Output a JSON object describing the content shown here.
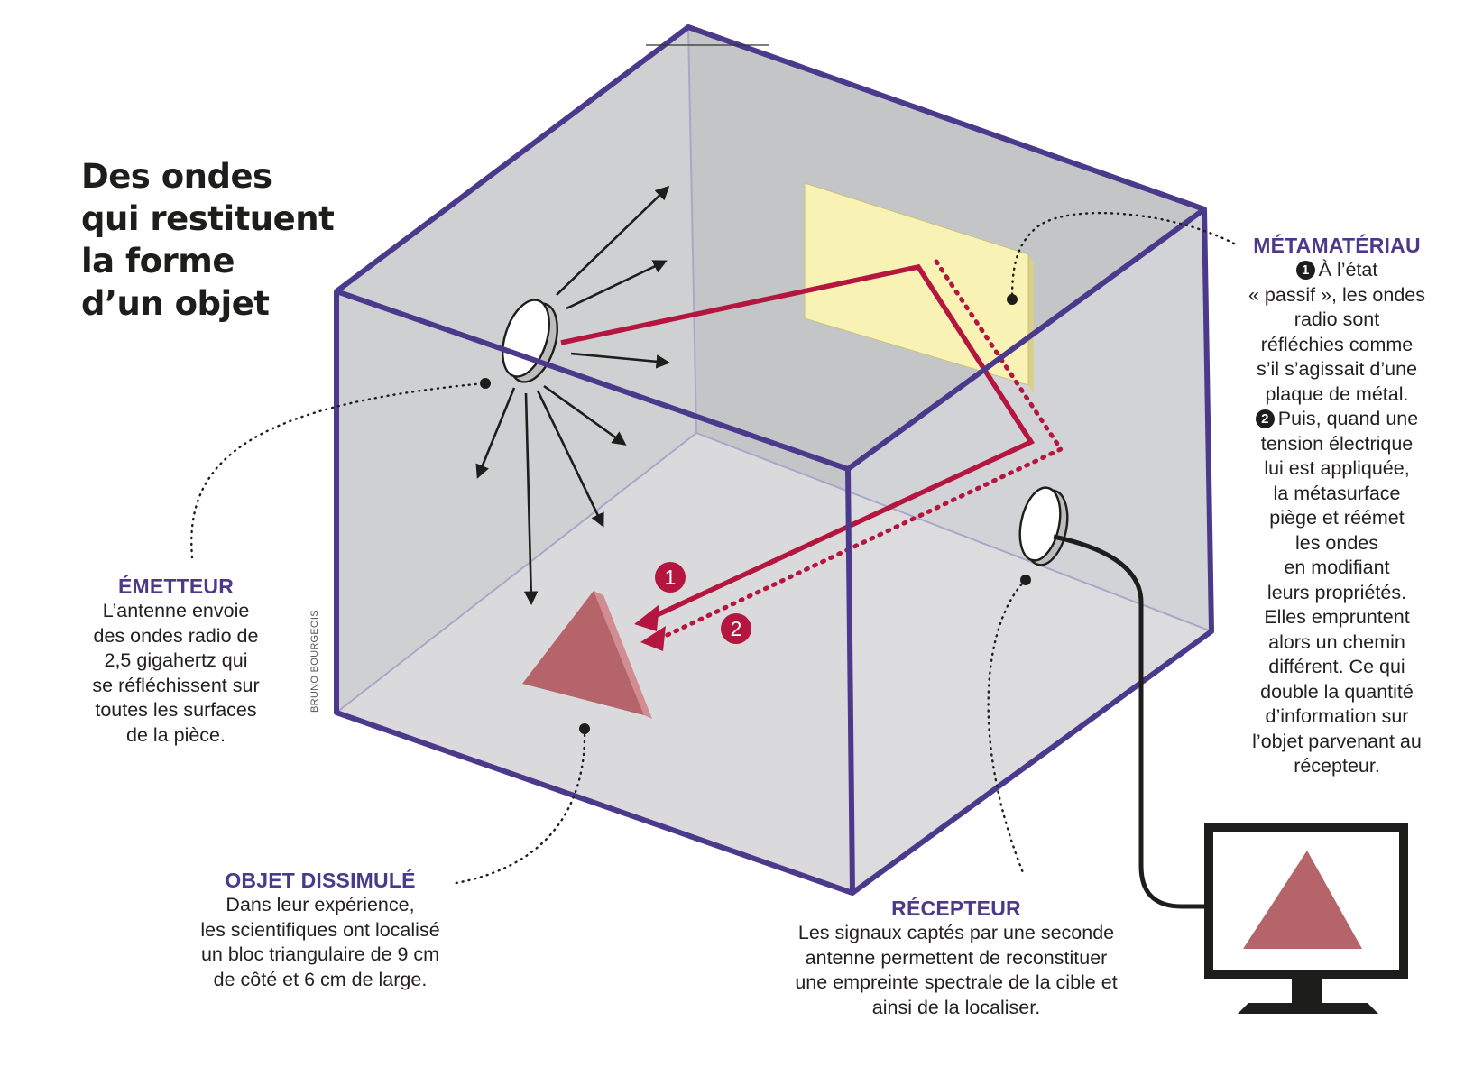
{
  "title": {
    "lines": [
      "Des ondes",
      "qui restituent",
      "la forme",
      "d’un objet"
    ]
  },
  "credit": "BRUNO BOURGEOIS",
  "labels": {
    "emetteur": {
      "heading": "ÉMETTEUR",
      "lines": [
        "L’antenne envoie",
        "des ondes radio de",
        "2,5 gigahertz qui",
        "se réfléchissent sur",
        "toutes les surfaces",
        "de la pièce."
      ]
    },
    "metamateriau": {
      "heading": "MÉTAMATÉRIAU",
      "marker1": "1",
      "marker2": "2",
      "lines": [
        "À l’état",
        "« passif », les ondes",
        "radio sont",
        "réfléchies comme",
        "s’il s’agissait d’une",
        "plaque de métal.",
        "Puis, quand une",
        "tension électrique",
        "lui est appliquée,",
        "la métasurface",
        "piège et réémet",
        "les ondes",
        "en modifiant",
        "leurs propriétés.",
        "Elles empruntent",
        "alors un chemin",
        "différent. Ce qui",
        "double la quantité",
        "d’information sur",
        "l’objet parvenant au",
        "récepteur."
      ]
    },
    "objet": {
      "heading": "OBJET DISSIMULÉ",
      "lines": [
        "Dans leur expérience,",
        "les scientifiques ont localisé",
        "un bloc triangulaire de 9 cm",
        "de côté et 6 cm de large."
      ]
    },
    "recepteur": {
      "heading": "RÉCEPTEUR",
      "lines": [
        "Les signaux captés par une seconde",
        "antenne permettent de reconstituer",
        "une empreinte spectrale de la cible et",
        "ainsi de la localiser."
      ]
    }
  },
  "path_markers": {
    "path1": "1",
    "path2": "2"
  },
  "colors": {
    "frame": "#4b3a8c",
    "wall_back": "#c6c7c9",
    "wall_side": "#d6d7d9",
    "floor": "#dcdcde",
    "metamaterial": "#f8f3b4",
    "signal": "#b5163f",
    "object": "#b5646a",
    "heading": "#4b3a8c"
  }
}
